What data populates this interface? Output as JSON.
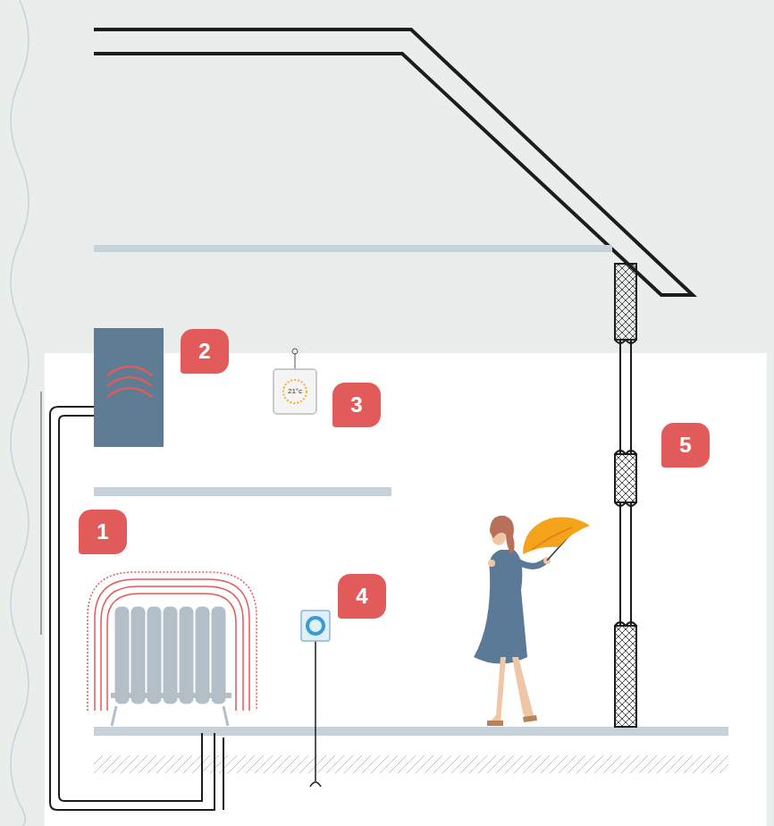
{
  "diagram": {
    "labels": [
      "2",
      "21°c",
      "3",
      "5",
      "1",
      "4"
    ]
  }
}
